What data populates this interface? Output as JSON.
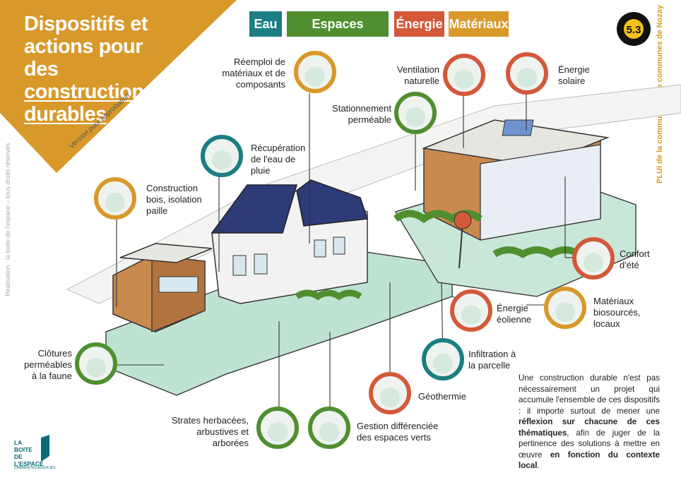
{
  "title": {
    "line1": "Dispositifs et",
    "line2": "actions pour des",
    "line3": "constructions",
    "line4": "durables"
  },
  "version": "Version pour approbation",
  "tags": [
    {
      "label": "Eau",
      "color": "#1a7e84"
    },
    {
      "label": "Espaces extérieurs",
      "color": "#4f8f2f"
    },
    {
      "label": "Énergie",
      "color": "#d4583a"
    },
    {
      "label": "Matériaux",
      "color": "#d8992a"
    }
  ],
  "badge": {
    "number": "5.3"
  },
  "vertical_right": "PLUi de la communauté de communes de Nozay",
  "vertical_left": "Réalisation : la boite de l'espace – tous droits réservés",
  "labels": {
    "reemploi": [
      "Réemploi de",
      "matériaux et de",
      "composants"
    ],
    "ventilation": [
      "Ventilation",
      "naturelle"
    ],
    "solaire": [
      "Énergie",
      "solaire"
    ],
    "stationnement": [
      "Stationnement",
      "perméable"
    ],
    "recuperation": [
      "Récupération",
      "de l'eau de",
      "pluie"
    ],
    "construction_bois": [
      "Construction",
      "bois, isolation",
      "paille"
    ],
    "confort": [
      "Confort",
      "d'été"
    ],
    "biosources": [
      "Matériaux",
      "biosourcés,",
      "locaux"
    ],
    "eolienne": [
      "Énergie",
      "éolienne"
    ],
    "infiltration": [
      "Infiltration à",
      "la parcelle"
    ],
    "geothermie": [
      "Géothermie"
    ],
    "clotures": [
      "Clôtures",
      "perméables",
      "à la faune"
    ],
    "strates": [
      "Strates herbacées,",
      "arbustives et",
      "arborées"
    ],
    "gestion": [
      "Gestion différenciée",
      "des espaces verts"
    ]
  },
  "paragraph": {
    "p1": "Une construction durable n'est pas nécessairement un projet qui accumule l'ensemble de ces dispositifs : il importe surtout de mener une ",
    "b1": "réflexion sur chacune de ces thématiques",
    "p2": ", afin de juger de la pertinence des solutions à mettre en œuvre ",
    "b2": "en fonction du contexte local",
    "p3": "."
  },
  "logo": {
    "line1": "LA",
    "line2": "BOITE",
    "line3": "DE",
    "line4": "L'ESPACE",
    "sub": "URBANISTES ASSOCIÉS"
  }
}
